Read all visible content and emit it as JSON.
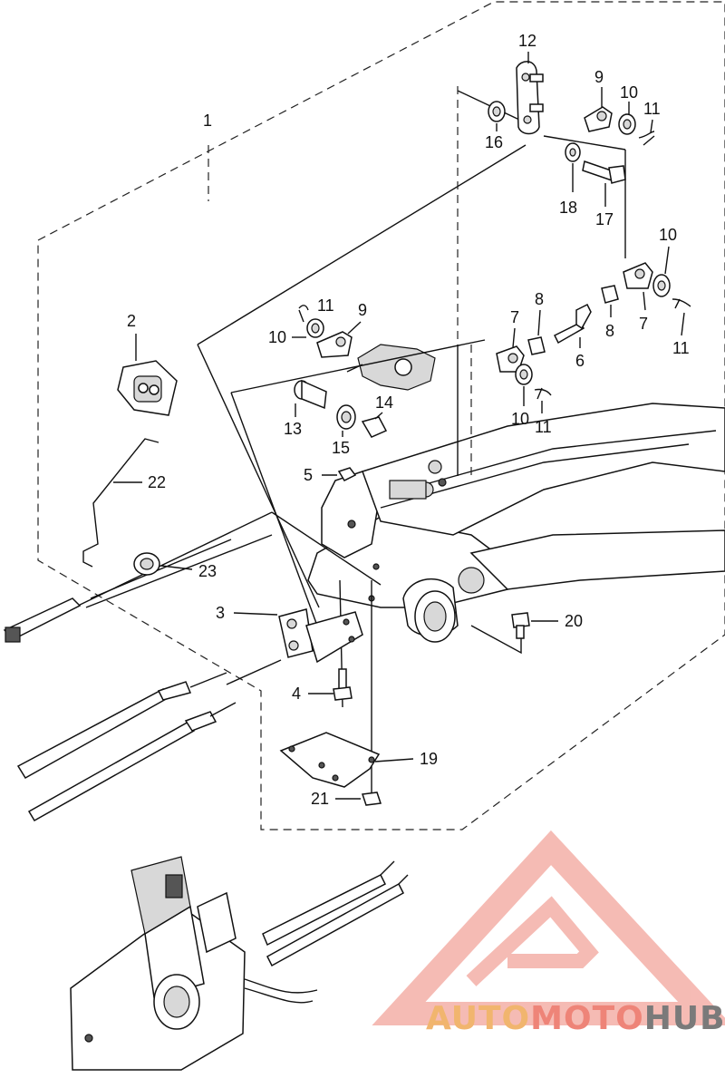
{
  "diagram": {
    "part_labels": [
      {
        "id": "p1",
        "text": "1"
      },
      {
        "id": "p2",
        "text": "2"
      },
      {
        "id": "p3",
        "text": "3"
      },
      {
        "id": "p4",
        "text": "4"
      },
      {
        "id": "p5",
        "text": "5"
      },
      {
        "id": "p6",
        "text": "6"
      },
      {
        "id": "p7a",
        "text": "7"
      },
      {
        "id": "p7b",
        "text": "7"
      },
      {
        "id": "p8a",
        "text": "8"
      },
      {
        "id": "p8b",
        "text": "8"
      },
      {
        "id": "p9a",
        "text": "9"
      },
      {
        "id": "p9b",
        "text": "9"
      },
      {
        "id": "p10a",
        "text": "10"
      },
      {
        "id": "p10b",
        "text": "10"
      },
      {
        "id": "p10c",
        "text": "10"
      },
      {
        "id": "p10d",
        "text": "10"
      },
      {
        "id": "p11a",
        "text": "11"
      },
      {
        "id": "p11b",
        "text": "11"
      },
      {
        "id": "p11c",
        "text": "11"
      },
      {
        "id": "p11d",
        "text": "11"
      },
      {
        "id": "p12",
        "text": "12"
      },
      {
        "id": "p13",
        "text": "13"
      },
      {
        "id": "p14",
        "text": "14"
      },
      {
        "id": "p15",
        "text": "15"
      },
      {
        "id": "p16",
        "text": "16"
      },
      {
        "id": "p17",
        "text": "17"
      },
      {
        "id": "p18",
        "text": "18"
      },
      {
        "id": "p19",
        "text": "19"
      },
      {
        "id": "p20",
        "text": "20"
      },
      {
        "id": "p21",
        "text": "21"
      },
      {
        "id": "p22",
        "text": "22"
      },
      {
        "id": "p23",
        "text": "23"
      }
    ]
  },
  "watermark": {
    "word1": "AUTO",
    "word2": "MOTO",
    "word3": "HUB",
    "colors": {
      "auto": "#f1b56e",
      "moto": "#ee8478",
      "hub": "#7a7a7a",
      "triangle": "#ee8478"
    }
  }
}
